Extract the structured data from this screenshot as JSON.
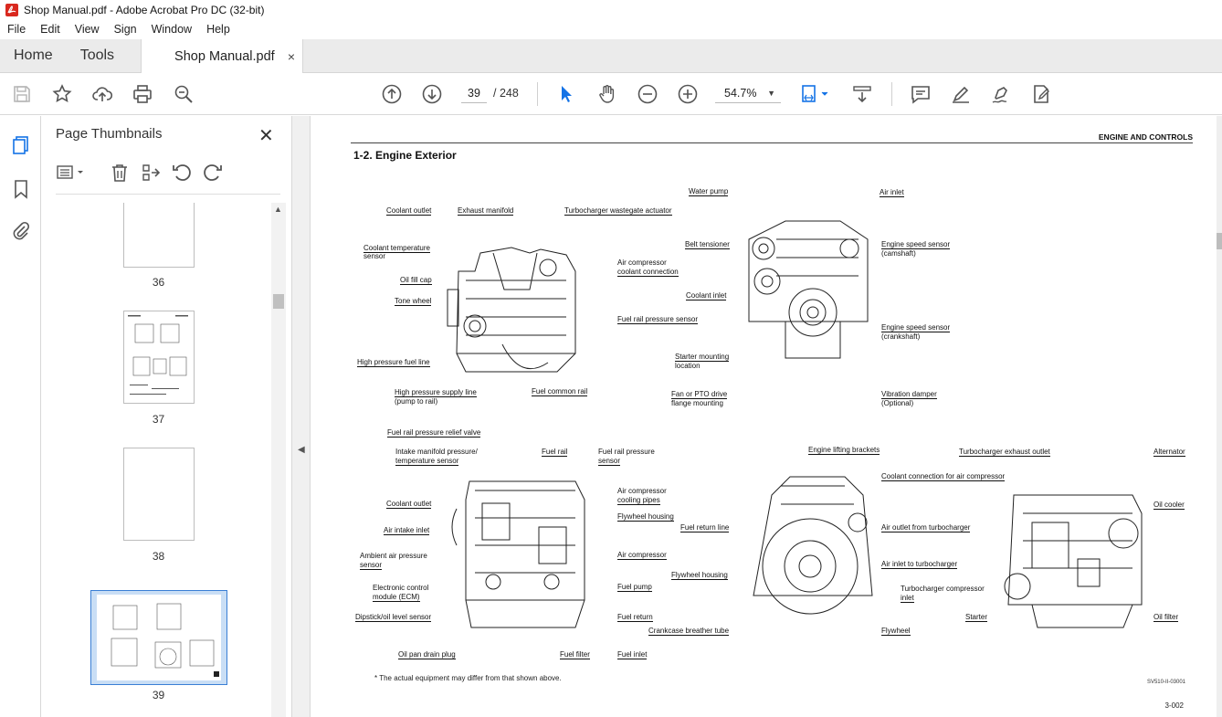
{
  "window": {
    "title": "Shop Manual.pdf - Adobe Acrobat Pro DC (32-bit)"
  },
  "menu": [
    "File",
    "Edit",
    "View",
    "Sign",
    "Window",
    "Help"
  ],
  "tabs": {
    "home": "Home",
    "tools": "Tools",
    "document": "Shop Manual.pdf",
    "close": "×"
  },
  "toolbar": {
    "current_page": "39",
    "page_total": "/ 248",
    "zoom": "54.7%"
  },
  "thumbnails": {
    "title": "Page Thumbnails",
    "close": "✕",
    "pages": [
      "36",
      "37",
      "38",
      "39"
    ],
    "selected": "39"
  },
  "document": {
    "header": "ENGINE AND CONTROLS",
    "section_title": "1-2. Engine Exterior",
    "footnote": "* The actual equipment may differ from that shown above.",
    "figure_code": "SV510-II-03001",
    "page_number": "3-002",
    "labels_fig1": [
      "Coolant outlet",
      "Exhaust manifold",
      "Turbocharger wastegate actuator",
      "Coolant temperature",
      "sensor",
      "Oil fill cap",
      "Tone wheel",
      "Air compressor",
      "coolant connection",
      "Fuel rail pressure sensor",
      "High pressure fuel line",
      "High pressure supply line",
      "(pump to rail)",
      "Fuel common rail"
    ],
    "labels_fig2": [
      "Water pump",
      "Air inlet",
      "Belt tensioner",
      "Engine speed sensor",
      "(camshaft)",
      "Coolant inlet",
      "Engine speed sensor",
      "(crankshaft)",
      "Starter mounting",
      "location",
      "Fan or PTO drive",
      "flange mounting",
      "Vibration damper",
      "(Optional)"
    ],
    "labels_fig3": [
      "Fuel rail pressure relief valve",
      "Intake manifold pressure/",
      "temperature sensor",
      "Fuel rail",
      "Fuel rail pressure",
      "sensor",
      "Air compressor",
      "cooling pipes",
      "Coolant outlet",
      "Flywheel housing",
      "Air intake inlet",
      "Ambient air pressure",
      "sensor",
      "Air compressor",
      "Electronic control",
      "module (ECM)",
      "Fuel pump",
      "Dipstick/oil level sensor",
      "Fuel return",
      "Oil pan drain plug",
      "Fuel filter",
      "Fuel inlet"
    ],
    "labels_fig4": [
      "Engine lifting brackets",
      "Coolant connection for air compressor",
      "Fuel return line",
      "Air outlet from turbocharger",
      "Flywheel housing",
      "Air inlet to turbocharger",
      "Crankcase breather tube",
      "Flywheel"
    ],
    "labels_fig5": [
      "Turbocharger exhaust outlet",
      "Alternator",
      "Oil cooler",
      "Turbocharger compressor",
      "inlet",
      "Starter",
      "Oil filter"
    ]
  },
  "colors": {
    "accent": "#1473e6",
    "selected_thumb": "#c9def5",
    "pdf_red": "#d9281e"
  }
}
